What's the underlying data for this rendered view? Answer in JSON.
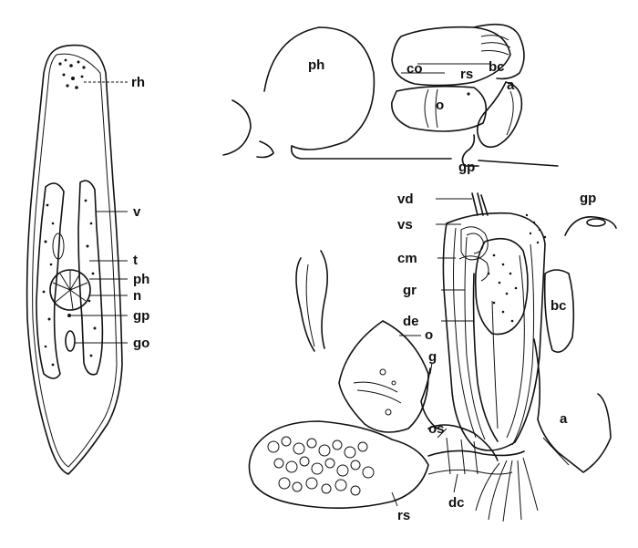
{
  "labels": {
    "body": {
      "rh": "rh",
      "v": "v",
      "t": "t",
      "ph": "ph",
      "n": "n",
      "gp": "gp",
      "go": "go"
    },
    "sagittal": {
      "ph": "ph",
      "co": "co",
      "rs": "rs",
      "bc": "bc",
      "a": "a",
      "o": "o",
      "gp": "gp"
    },
    "detail": {
      "vd": "vd",
      "vs": "vs",
      "cm": "cm",
      "gr": "gr",
      "de": "de",
      "o": "o",
      "g": "g",
      "os": "os",
      "dc": "dc",
      "rs": "rs",
      "gp": "gp",
      "bc": "bc",
      "a": "a"
    }
  }
}
